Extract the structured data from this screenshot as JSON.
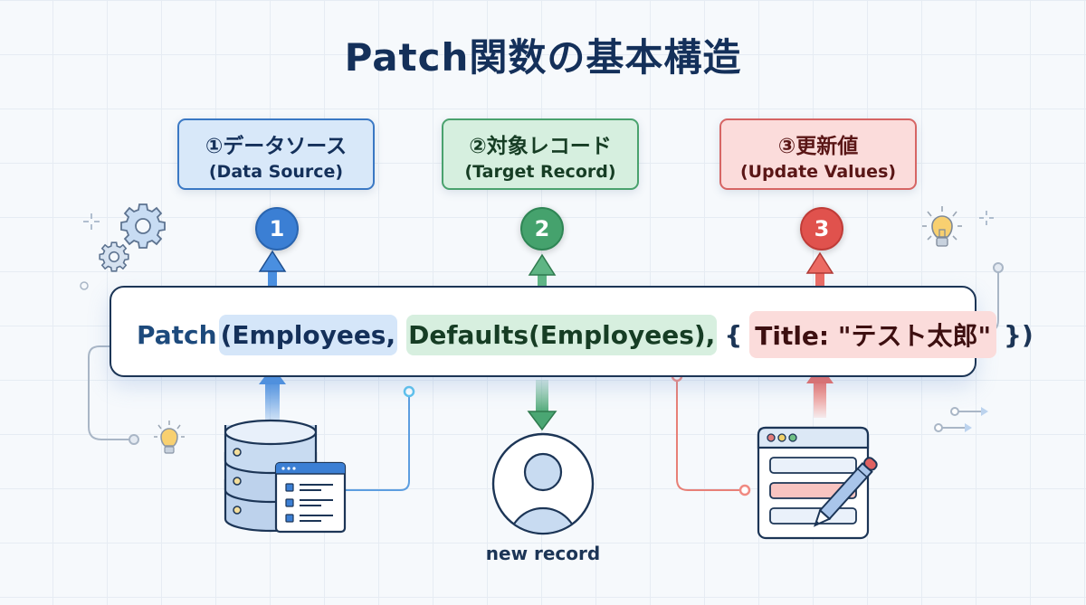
{
  "title": "Patch関数の基本構造",
  "parameters": [
    {
      "number": "1",
      "label_jp": "①データソース",
      "label_en": "(Data Source)",
      "color": "#3b7fd4"
    },
    {
      "number": "2",
      "label_jp": "②対象レコード",
      "label_en": "(Target Record)",
      "color": "#45a26d"
    },
    {
      "number": "3",
      "label_jp": "③更新値",
      "label_en": "(Update Values)",
      "color": "#e0524d"
    }
  ],
  "formula": {
    "function_name": "Patch",
    "open_paren": "(",
    "arg1": "Employees,",
    "arg2": "Defaults(Employees),",
    "brace_open": "{",
    "arg3": "Title: \"テスト太郎\"",
    "close": "})"
  },
  "icons": {
    "left_top": "gears-icon",
    "left_bottom": "database-icon",
    "center_bottom": "user-avatar-icon",
    "right_bottom": "form-edit-icon",
    "decor": "lightbulb-icon"
  },
  "new_record_caption": "new record"
}
